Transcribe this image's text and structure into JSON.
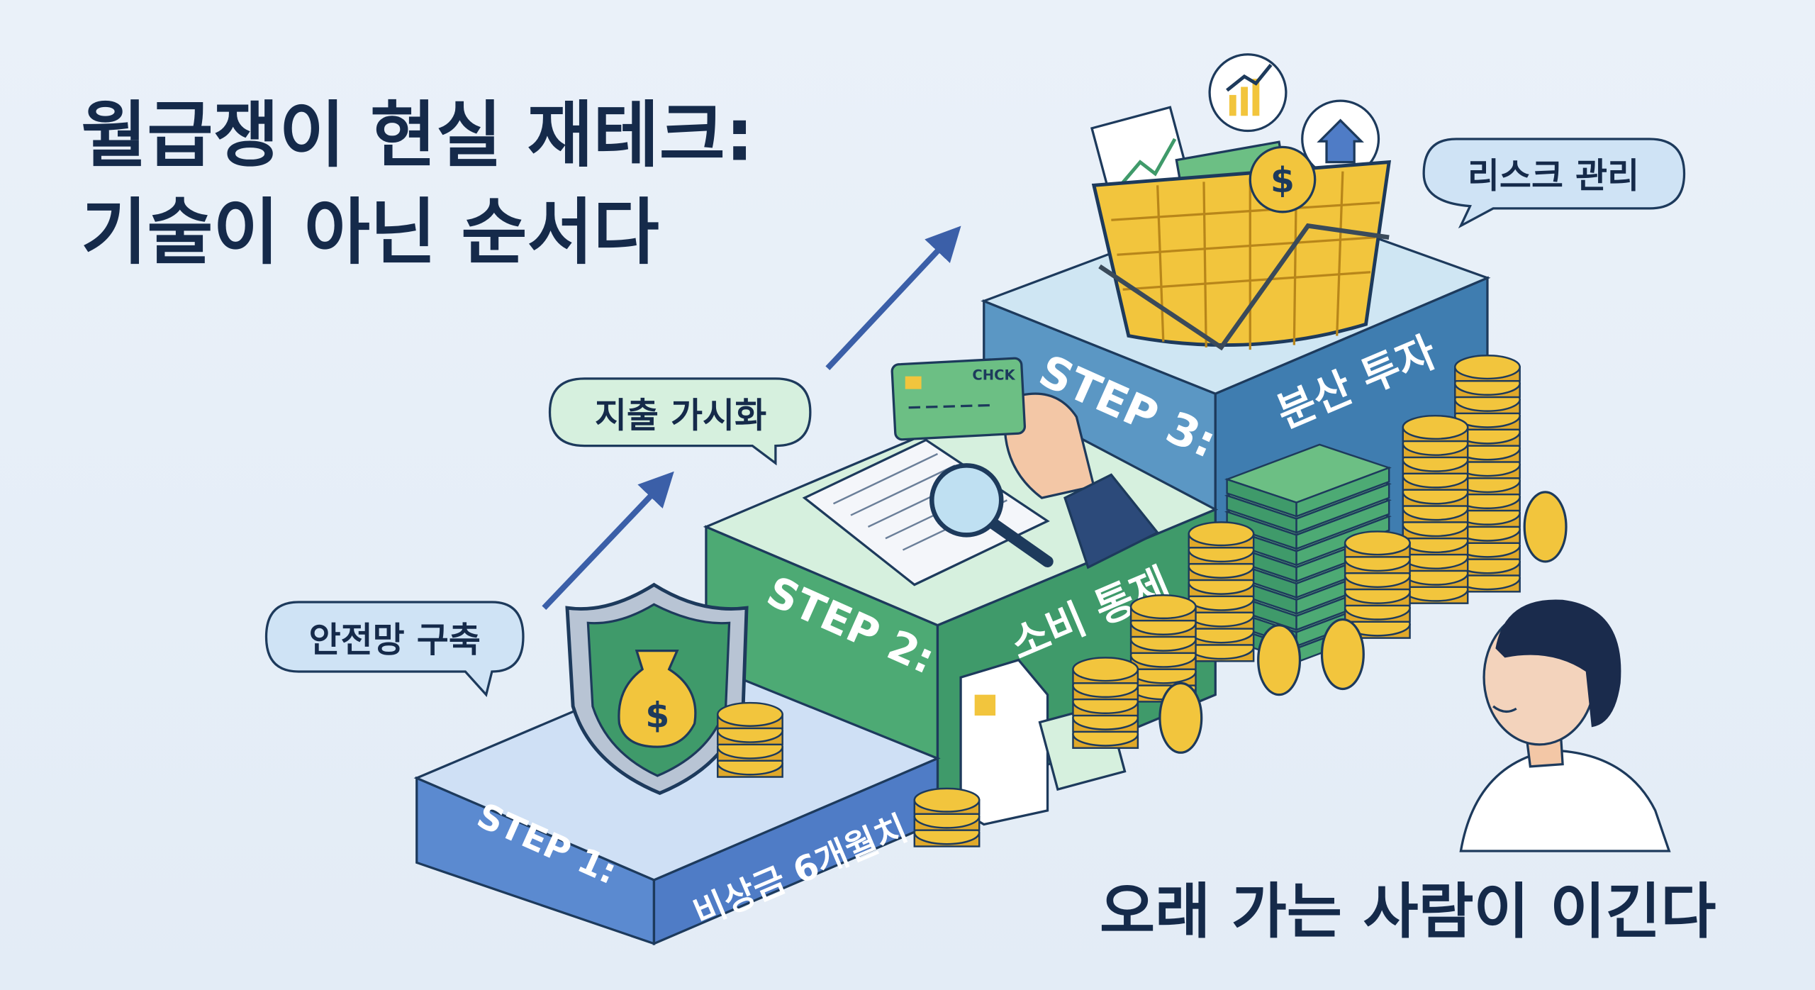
{
  "title": {
    "line1": "월급쟁이 현실 재테크:",
    "line2": "기술이 아닌 순서다"
  },
  "bubbles": {
    "safety_net": "안전망 구축",
    "spending_visibility": "지출 가시화",
    "risk_management": "리스크 관리"
  },
  "steps": [
    {
      "label": "STEP 1:",
      "desc": "비상금 6개월치"
    },
    {
      "label": "STEP 2:",
      "desc": "소비 통제"
    },
    {
      "label": "STEP 3:",
      "desc": "분산 투자"
    }
  ],
  "card_text": "CHCK",
  "coin_symbol": "$",
  "footer": "오래 가는 사람이 이긴다",
  "colors": {
    "navy": "#152a4a",
    "step1": "#4f7cc6",
    "step2": "#3f9a6a",
    "step3": "#3f7db0",
    "gold": "#f2c53d",
    "bubble_blue": "#cfe3f5",
    "bubble_green": "#d6f0de"
  }
}
